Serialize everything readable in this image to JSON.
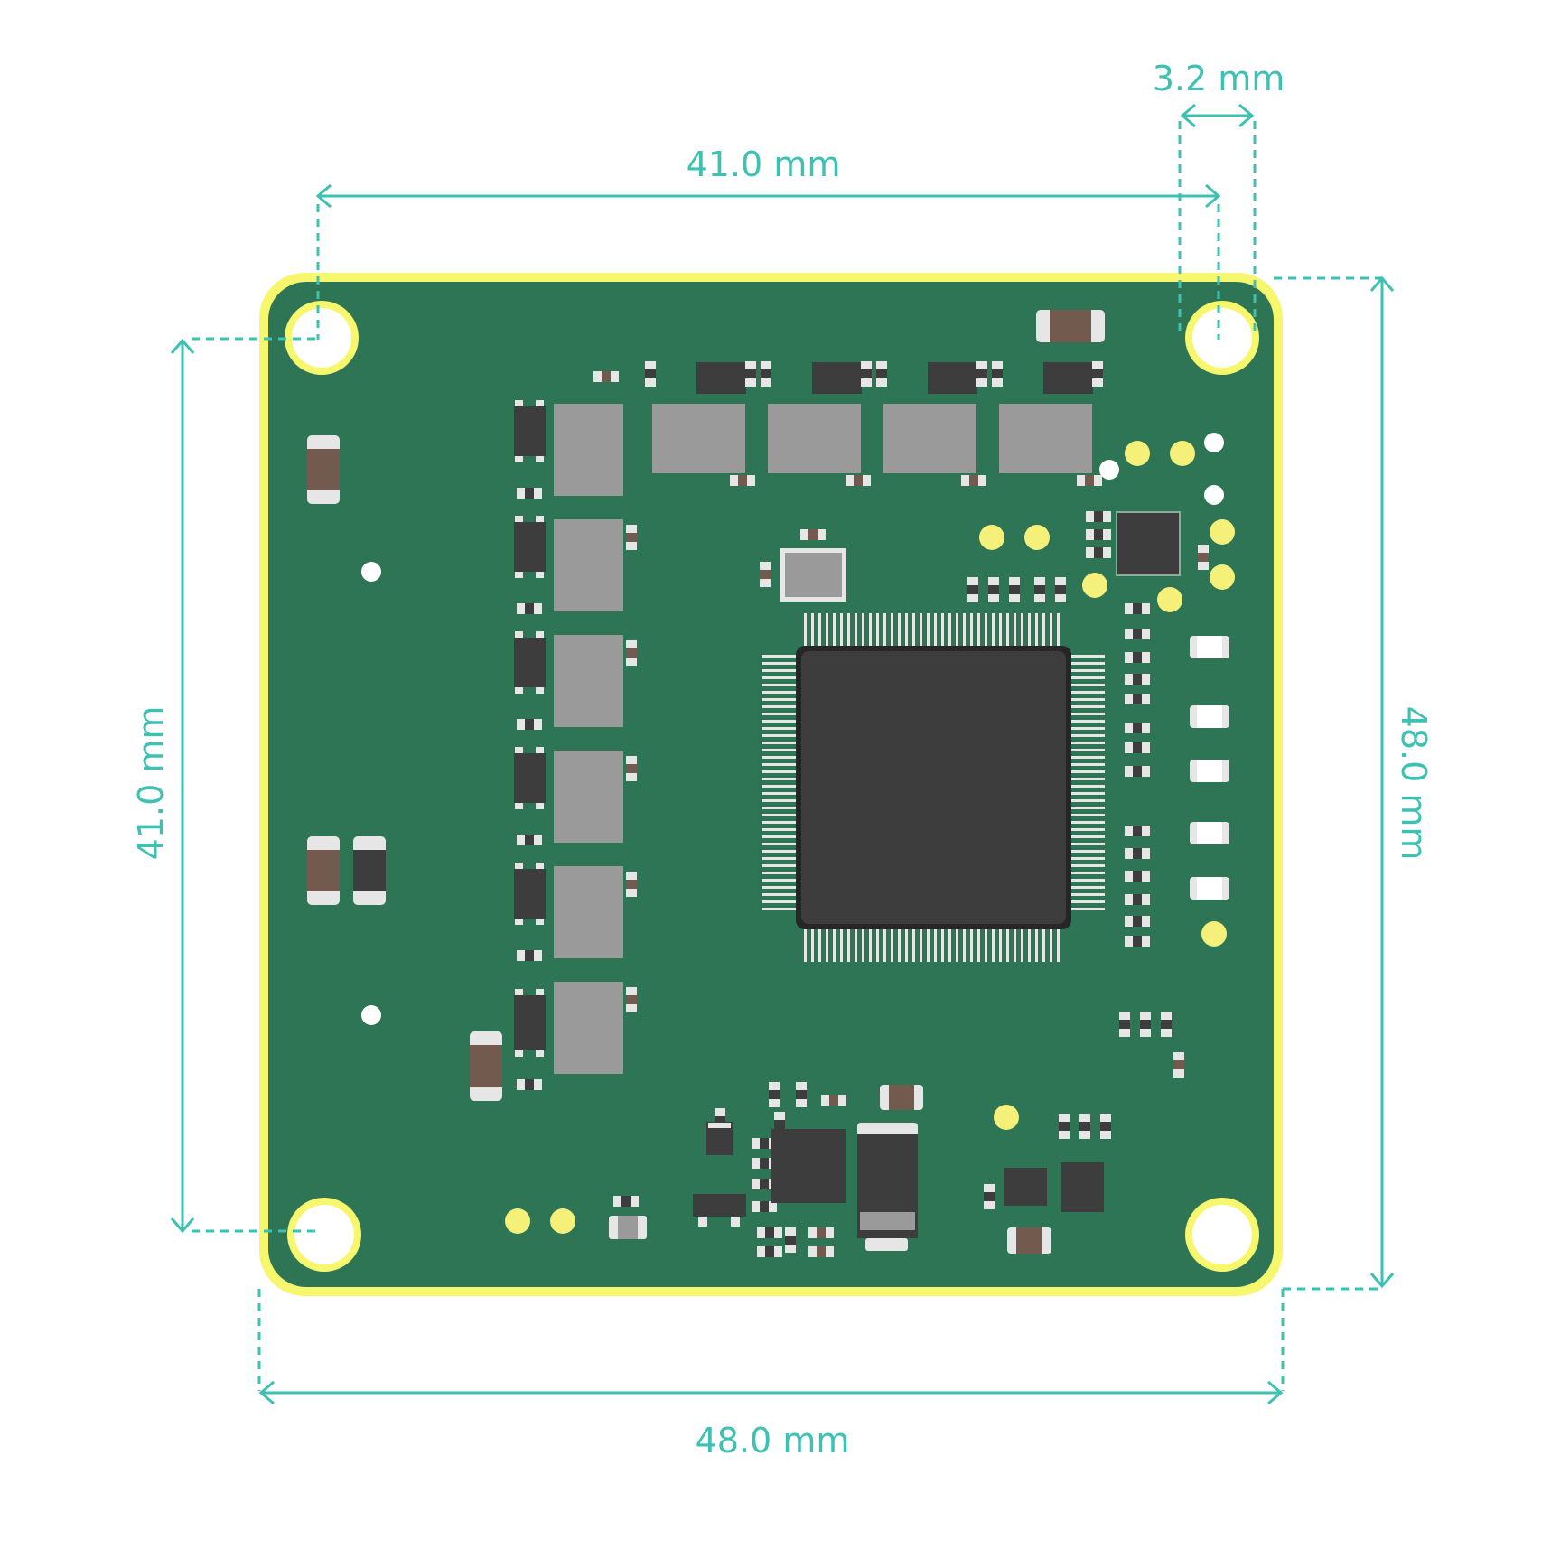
{
  "dimensions": {
    "hole_diameter": "3.2 mm",
    "hole_spacing_horizontal": "41.0 mm",
    "hole_spacing_vertical": "41.0 mm",
    "board_width": "48.0 mm",
    "board_height": "48.0 mm"
  },
  "colors": {
    "accent": "#3cc1b2",
    "board": "#2e7556",
    "board_outline": "#f7f76e",
    "chip": "#3d3d3d",
    "inductor": "#9a9a9a",
    "resistor_body": "#735a4f",
    "pad": "#e6e6e6",
    "testpoint": "#f4f07a"
  }
}
